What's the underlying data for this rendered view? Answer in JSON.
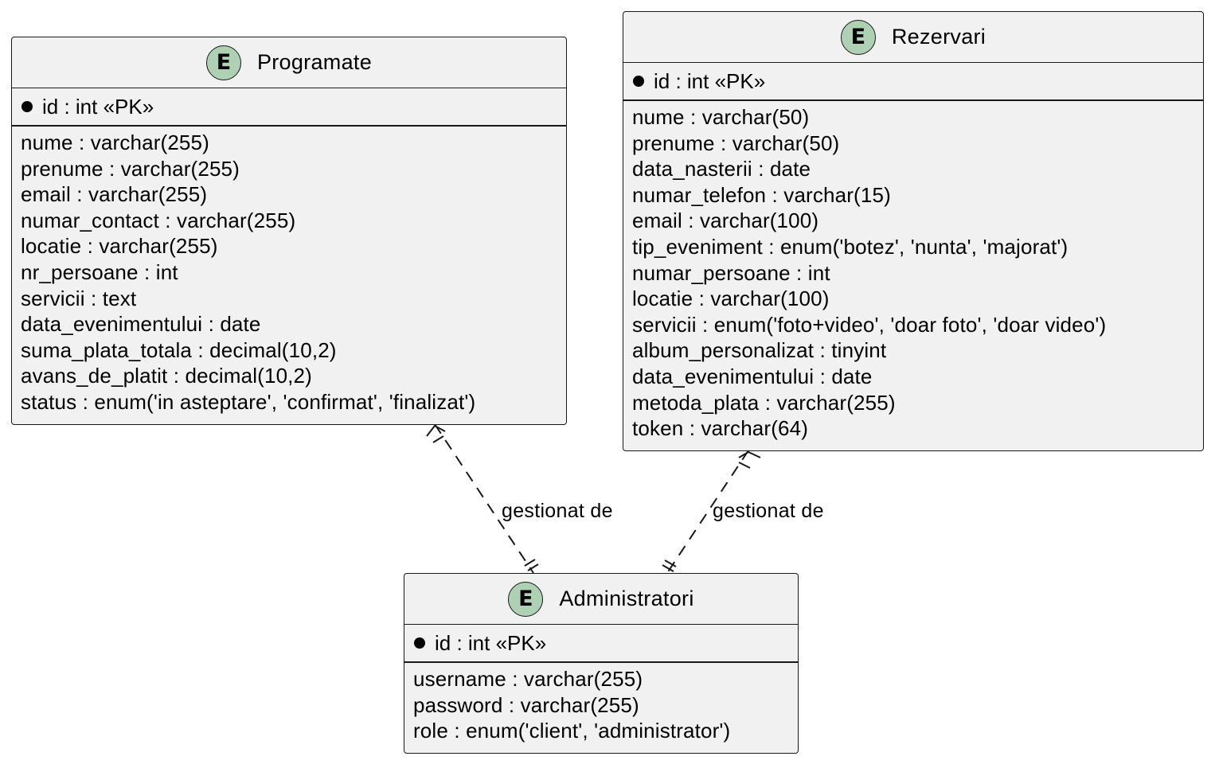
{
  "entities": {
    "programate": {
      "badge": "E",
      "name": "Programate",
      "pk": "id : int «PK»",
      "fields": [
        "nume : varchar(255)",
        "prenume : varchar(255)",
        "email : varchar(255)",
        "numar_contact : varchar(255)",
        "locatie : varchar(255)",
        "nr_persoane : int",
        "servicii : text",
        "data_evenimentului : date",
        "suma_plata_totala : decimal(10,2)",
        "avans_de_platit : decimal(10,2)",
        "status : enum('in asteptare', 'confirmat', 'finalizat')"
      ]
    },
    "rezervari": {
      "badge": "E",
      "name": "Rezervari",
      "pk": "id : int «PK»",
      "fields": [
        "nume : varchar(50)",
        "prenume : varchar(50)",
        "data_nasterii : date",
        "numar_telefon : varchar(15)",
        "email : varchar(100)",
        "tip_eveniment : enum('botez', 'nunta', 'majorat')",
        "numar_persoane : int",
        "locatie : varchar(100)",
        "servicii : enum('foto+video', 'doar foto', 'doar video')",
        "album_personalizat : tinyint",
        "data_evenimentului : date",
        "metoda_plata : varchar(255)",
        "token : varchar(64)"
      ]
    },
    "administratori": {
      "badge": "E",
      "name": "Administratori",
      "pk": "id : int «PK»",
      "fields": [
        "username : varchar(255)",
        "password : varchar(255)",
        "role : enum('client', 'administrator')"
      ]
    }
  },
  "relations": [
    {
      "from": "Programate",
      "to": "Administratori",
      "label": "gestionat de",
      "from_cardinality": "one-or-many",
      "to_cardinality": "exactly-one"
    },
    {
      "from": "Rezervari",
      "to": "Administratori",
      "label": "gestionat de",
      "from_cardinality": "one-or-many",
      "to_cardinality": "exactly-one"
    }
  ],
  "colors": {
    "entity_fill": "#f1f1f1",
    "entity_border": "#181818",
    "badge_fill": "#add1b2",
    "background": "#ffffff"
  }
}
